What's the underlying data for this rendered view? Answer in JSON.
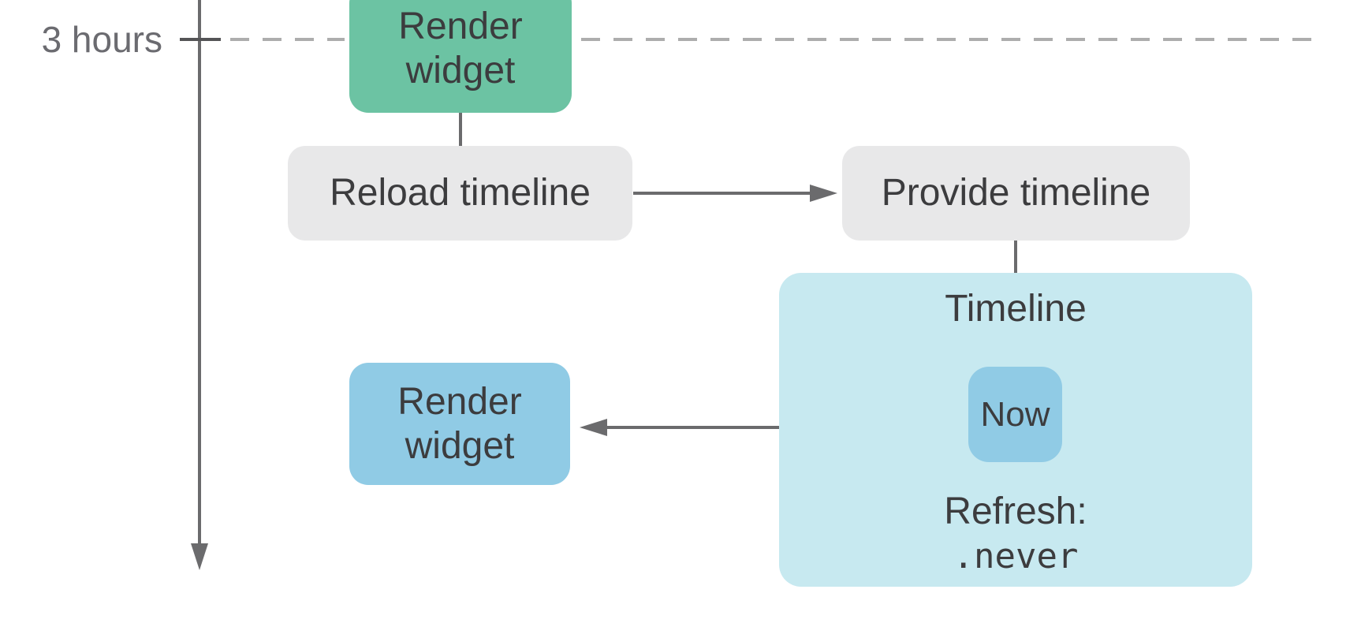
{
  "colors": {
    "node_green": "#6CC3A3",
    "node_gray": "#E8E8E9",
    "node_cyan": "#C7E9F0",
    "node_blue": "#90CBE5",
    "line": "#6B6B6D",
    "dash": "#ADADAD",
    "tick": "#545456",
    "text_dark": "#3C3C3E",
    "text_muted": "#6B6B70"
  },
  "axis": {
    "tick_label": "3 hours"
  },
  "nodes": {
    "render_widget_past": {
      "label": "Render\nwidget"
    },
    "reload_timeline": {
      "label": "Reload timeline"
    },
    "provide_timeline": {
      "label": "Provide timeline"
    },
    "render_widget_new": {
      "label": "Render\nwidget"
    },
    "timeline": {
      "title": "Timeline",
      "entry_now": "Now",
      "refresh_label": "Refresh:",
      "refresh_policy": ".never"
    }
  }
}
